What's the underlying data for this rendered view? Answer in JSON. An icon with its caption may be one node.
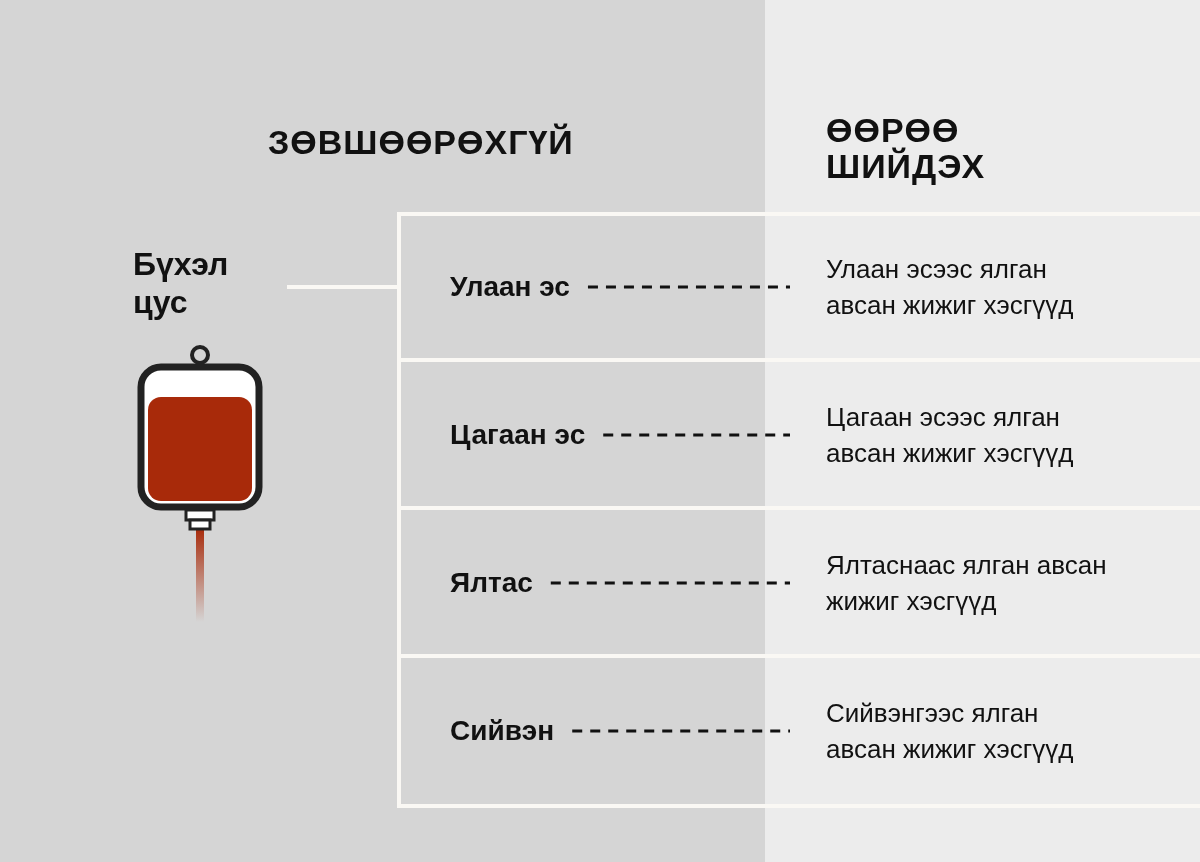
{
  "diagram": {
    "nodes": [
      {
        "text": [
          "Бүхэл цус"
        ]
      },
      {
        "text": [],
        "shape": "box"
      },
      {
        "text": [],
        "shape": "box",
        "in": 1
      },
      {
        "text": [
          "Улаан эс"
        ],
        "in": 2
      },
      {
        "text": [
          "Улаан эсээс ялган авсан жижиг хэсгүүд"
        ],
        "in": 2
      },
      {
        "text": [],
        "shape": "box",
        "in": 1
      },
      {
        "text": [
          "Цагаан эс"
        ],
        "in": 5
      },
      {
        "text": [
          "Цагаан эсээс ялган авсан жижиг хэсгүүд"
        ],
        "in": 5
      },
      {
        "text": [],
        "shape": "box",
        "in": 1
      },
      {
        "text": [
          "Ялтас"
        ],
        "in": 8
      },
      {
        "text": [
          "Ялтаснаас ялган авсан жижиг хэсгүүд"
        ],
        "in": 8
      },
      {
        "text": [],
        "shape": "box",
        "in": 1
      },
      {
        "text": [
          "Сийвэн"
        ],
        "in": 11
      },
      {
        "text": [
          "Сийвэнгээс ялган авсан жижиг хэсгүүд"
        ],
        "in": 11
      }
    ],
    "edges": [
      {
        "from": 0,
        "to": 1,
        "arrow": "none",
        "color": "#faf8f4"
      },
      {
        "from": 3,
        "to": 4,
        "arrow": "none",
        "style": "dashed"
      },
      {
        "from": 6,
        "to": 7,
        "arrow": "none",
        "style": "dashed"
      },
      {
        "from": 9,
        "to": 10,
        "arrow": "none",
        "style": "dashed"
      },
      {
        "from": 12,
        "to": 13,
        "arrow": "none",
        "style": "dashed"
      }
    ],
    "labels": [
      "ЗӨВШӨӨРӨХГҮЙ",
      "ӨӨРӨӨ ШИЙДЭХ"
    ]
  }
}
